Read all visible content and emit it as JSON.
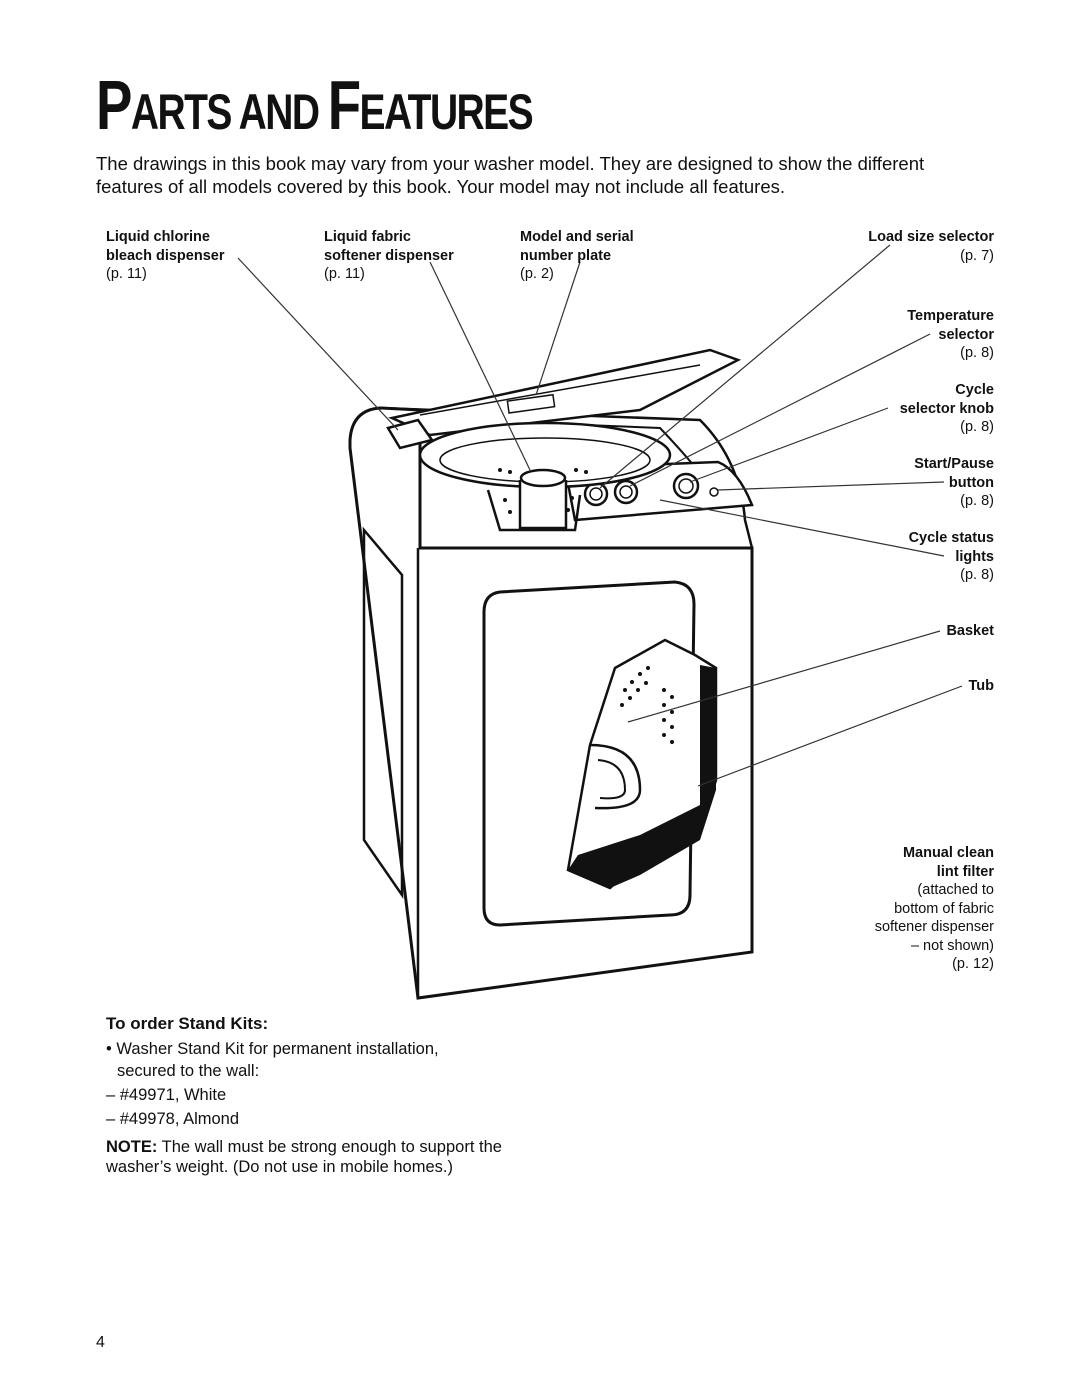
{
  "title": {
    "first_cap": "P",
    "first_rest": "ARTS AND ",
    "second_cap": "F",
    "second_rest": "EATURES"
  },
  "intro": "The drawings in this book may vary from your washer model. They are designed to show the different features of all models covered by this book. Your model may not include all features.",
  "callouts": {
    "bleach": {
      "name1": "Liquid chlorine",
      "name2": "bleach dispenser",
      "page": "(p. 11)"
    },
    "softener": {
      "name1": "Liquid fabric",
      "name2": "softener dispenser",
      "page": "(p. 11)"
    },
    "plate": {
      "name1": "Model and serial",
      "name2": "number plate",
      "page": "(p. 2)"
    },
    "load": {
      "name1": "Load size selector",
      "page": "(p. 7)"
    },
    "temp": {
      "name1": "Temperature",
      "name2": "selector",
      "page": "(p. 8)"
    },
    "cycle": {
      "name1": "Cycle",
      "name2": "selector knob",
      "page": "(p. 8)"
    },
    "start": {
      "name1": "Start/Pause",
      "name2": "button",
      "page": "(p. 8)"
    },
    "status": {
      "name1": "Cycle status",
      "name2": "lights",
      "page": "(p. 8)"
    },
    "basket": {
      "name1": "Basket"
    },
    "tub": {
      "name1": "Tub"
    },
    "lint": {
      "name1": "Manual clean",
      "name2": "lint filter",
      "d1": "(attached to",
      "d2": "bottom of fabric",
      "d3": "softener dispenser",
      "d4": "– not shown)",
      "page": "(p. 12)"
    }
  },
  "stand_kits": {
    "heading": "To order Stand Kits:",
    "bullet": "Washer Stand Kit for permanent installation,",
    "bullet_cont": "secured to the wall:",
    "item1": "– #49971, White",
    "item2": "– #49978, Almond"
  },
  "note": {
    "label": "NOTE:",
    "text": " The wall must be strong enough to support the washer’s weight. (Do not use in mobile homes.)"
  },
  "page_number": "4"
}
